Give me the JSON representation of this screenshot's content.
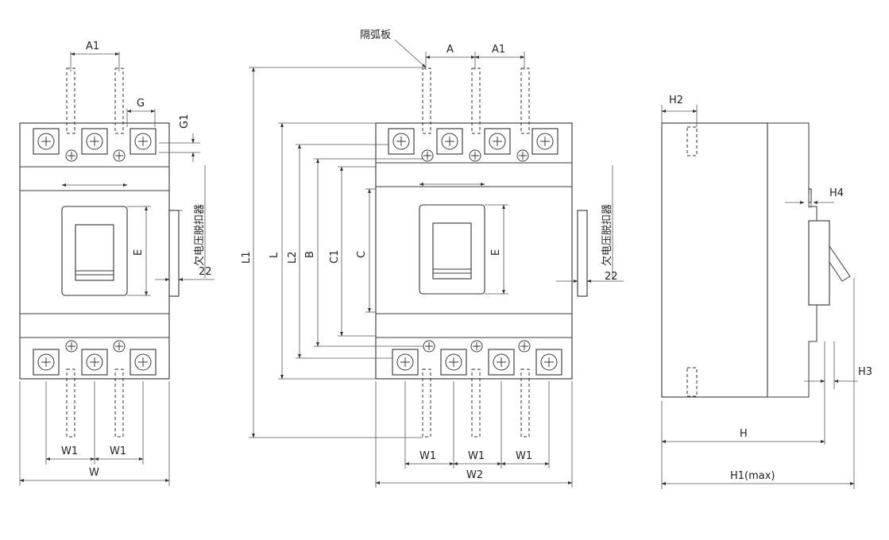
{
  "labels": {
    "front_left": {
      "A1": "A1",
      "G": "G",
      "G1": "G1",
      "E": "E",
      "dim22": "22",
      "W1a": "W1",
      "W1b": "W1",
      "W": "W",
      "undervoltage": "欠电压脱扣器"
    },
    "front_right": {
      "arc_barrier": "隔弧板",
      "A": "A",
      "A1": "A1",
      "L1": "L1",
      "L": "L",
      "L2": "L2",
      "B": "B",
      "C1": "C1",
      "C": "C",
      "E": "E",
      "dim22": "22",
      "W1a": "W1",
      "W1b": "W1",
      "W1c": "W1",
      "W2": "W2",
      "undervoltage": "欠电压脱扣器"
    },
    "side": {
      "H2": "H2",
      "H4": "H4",
      "H3": "H3",
      "H": "H",
      "H1": "H1(max)"
    }
  },
  "colors": {
    "line": "#3a3a3a",
    "background": "#ffffff"
  }
}
